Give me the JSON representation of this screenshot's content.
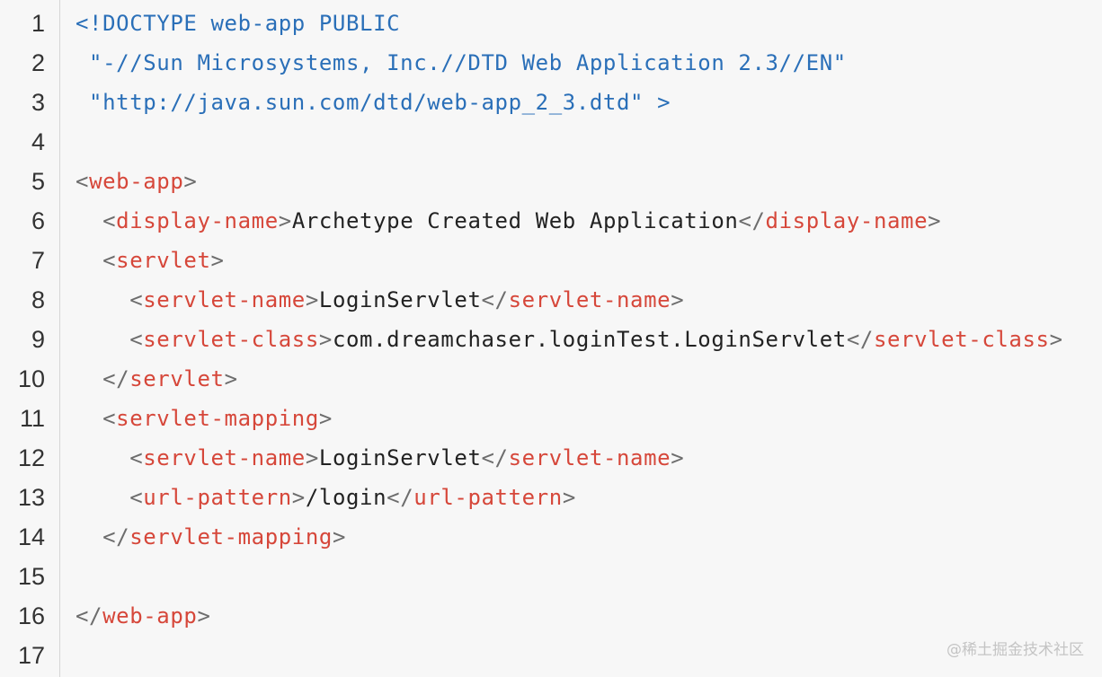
{
  "colors": {
    "background": "#f7f7f7",
    "gutter_border": "#d6d6d6",
    "line_number": "#333333",
    "doctype": "#2a6fb8",
    "tag_name": "#d6473a",
    "punctuation": "#6d6d6d",
    "text": "#222222"
  },
  "line_numbers": [
    "1",
    "2",
    "3",
    "4",
    "5",
    "6",
    "7",
    "8",
    "9",
    "10",
    "11",
    "12",
    "13",
    "14",
    "15",
    "16",
    "17"
  ],
  "lines": [
    [
      {
        "t": "<!DOCTYPE web-app PUBLIC",
        "c": "blue"
      }
    ],
    [
      {
        "t": " \"-//Sun Microsystems, Inc.//DTD Web Application 2.3//EN\"",
        "c": "blue"
      }
    ],
    [
      {
        "t": " \"http://java.sun.com/dtd/web-app_2_3.dtd\" >",
        "c": "blue"
      }
    ],
    [],
    [
      {
        "t": "<",
        "c": "punc"
      },
      {
        "t": "web-app",
        "c": "red"
      },
      {
        "t": ">",
        "c": "punc"
      }
    ],
    [
      {
        "t": "  <",
        "c": "punc"
      },
      {
        "t": "display-name",
        "c": "red"
      },
      {
        "t": ">",
        "c": "punc"
      },
      {
        "t": "Archetype Created Web Application",
        "c": "text"
      },
      {
        "t": "</",
        "c": "punc"
      },
      {
        "t": "display-name",
        "c": "red"
      },
      {
        "t": ">",
        "c": "punc"
      }
    ],
    [
      {
        "t": "  <",
        "c": "punc"
      },
      {
        "t": "servlet",
        "c": "red"
      },
      {
        "t": ">",
        "c": "punc"
      }
    ],
    [
      {
        "t": "    <",
        "c": "punc"
      },
      {
        "t": "servlet-name",
        "c": "red"
      },
      {
        "t": ">",
        "c": "punc"
      },
      {
        "t": "LoginServlet",
        "c": "text"
      },
      {
        "t": "</",
        "c": "punc"
      },
      {
        "t": "servlet-name",
        "c": "red"
      },
      {
        "t": ">",
        "c": "punc"
      }
    ],
    [
      {
        "t": "    <",
        "c": "punc"
      },
      {
        "t": "servlet-class",
        "c": "red"
      },
      {
        "t": ">",
        "c": "punc"
      },
      {
        "t": "com.dreamchaser.loginTest.LoginServlet",
        "c": "text"
      },
      {
        "t": "</",
        "c": "punc"
      },
      {
        "t": "servlet-class",
        "c": "red"
      },
      {
        "t": ">",
        "c": "punc"
      }
    ],
    [
      {
        "t": "  </",
        "c": "punc"
      },
      {
        "t": "servlet",
        "c": "red"
      },
      {
        "t": ">",
        "c": "punc"
      }
    ],
    [
      {
        "t": "  <",
        "c": "punc"
      },
      {
        "t": "servlet-mapping",
        "c": "red"
      },
      {
        "t": ">",
        "c": "punc"
      }
    ],
    [
      {
        "t": "    <",
        "c": "punc"
      },
      {
        "t": "servlet-name",
        "c": "red"
      },
      {
        "t": ">",
        "c": "punc"
      },
      {
        "t": "LoginServlet",
        "c": "text"
      },
      {
        "t": "</",
        "c": "punc"
      },
      {
        "t": "servlet-name",
        "c": "red"
      },
      {
        "t": ">",
        "c": "punc"
      }
    ],
    [
      {
        "t": "    <",
        "c": "punc"
      },
      {
        "t": "url-pattern",
        "c": "red"
      },
      {
        "t": ">",
        "c": "punc"
      },
      {
        "t": "/login",
        "c": "text"
      },
      {
        "t": "</",
        "c": "punc"
      },
      {
        "t": "url-pattern",
        "c": "red"
      },
      {
        "t": ">",
        "c": "punc"
      }
    ],
    [
      {
        "t": "  </",
        "c": "punc"
      },
      {
        "t": "servlet-mapping",
        "c": "red"
      },
      {
        "t": ">",
        "c": "punc"
      }
    ],
    [],
    [
      {
        "t": "</",
        "c": "punc"
      },
      {
        "t": "web-app",
        "c": "red"
      },
      {
        "t": ">",
        "c": "punc"
      }
    ],
    []
  ],
  "watermark": "@稀土掘金技术社区"
}
